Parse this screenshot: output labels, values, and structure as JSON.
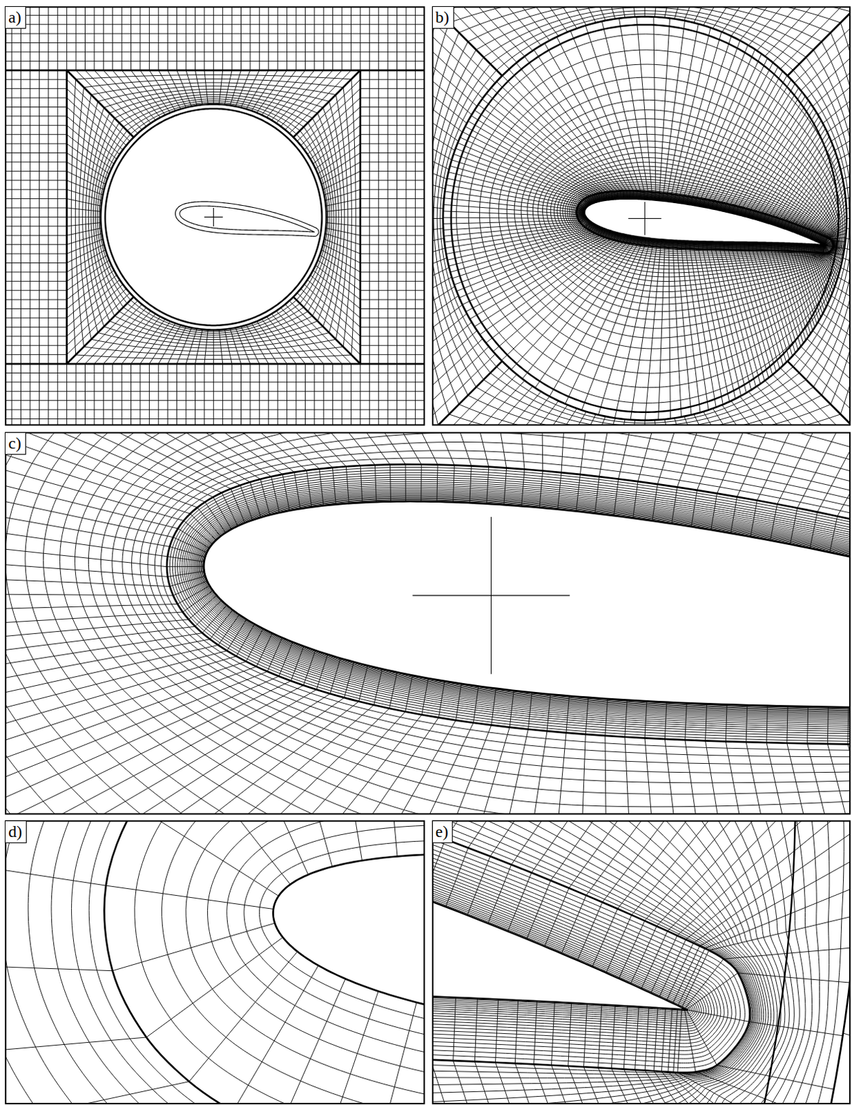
{
  "diagram": {
    "labels": [
      "a)",
      "b)",
      "c)",
      "d)",
      "e)"
    ]
  }
}
